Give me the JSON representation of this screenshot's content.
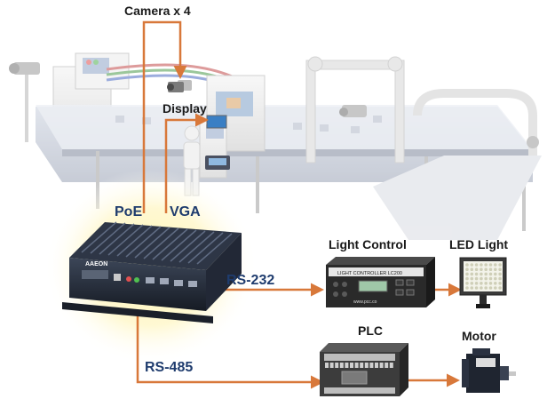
{
  "labels": {
    "camera": "Camera x 4",
    "display": "Display",
    "poe": "PoE",
    "vga": "VGA",
    "rs232": "RS-232",
    "rs485": "RS-485",
    "light_control": "Light Control",
    "led_light": "LED Light",
    "plc": "PLC",
    "motor": "Motor"
  },
  "device": {
    "brand": "AAEON",
    "light_controller_text": "LIGHT CONTROLLER LC200",
    "light_controller_url": "www.pcc.co"
  },
  "colors": {
    "connection_line": "#d8783a",
    "interface_label": "#1f3c6e",
    "device_glow": "#fff3a8"
  }
}
